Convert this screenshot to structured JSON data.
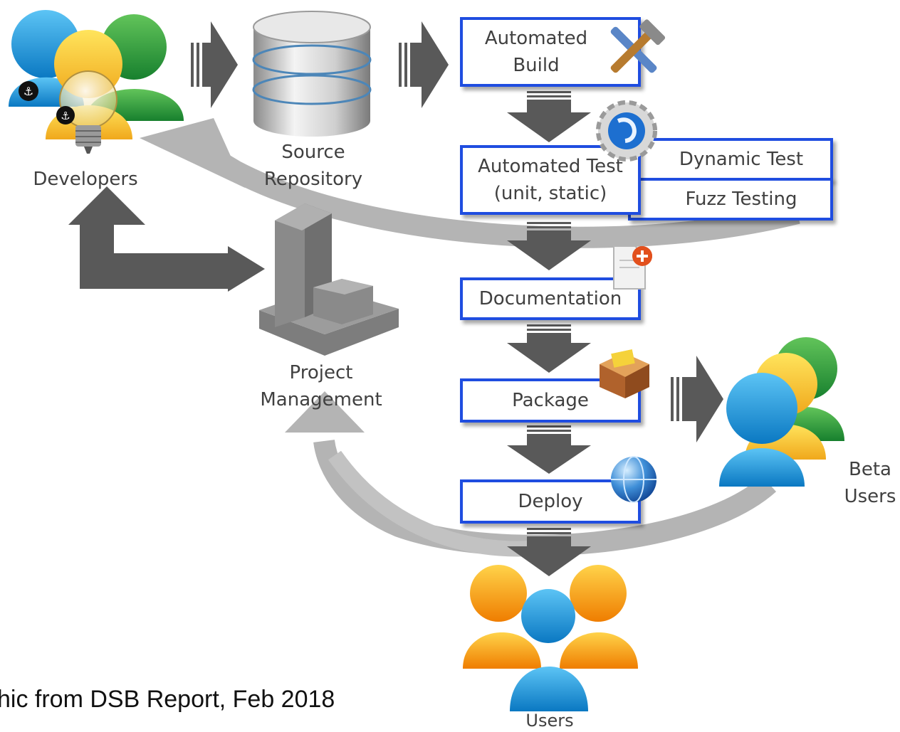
{
  "nodes": {
    "developers": "Developers",
    "source_repository": [
      "Source",
      "Repository"
    ],
    "project_management": [
      "Project",
      "Management"
    ],
    "beta_users": [
      "Beta",
      "Users"
    ],
    "users": "Users"
  },
  "steps": {
    "automated_build": [
      "Automated",
      "Build"
    ],
    "automated_test": [
      "Automated Test",
      "(unit, static)"
    ],
    "dynamic_test": "Dynamic Test",
    "fuzz_testing": "Fuzz Testing",
    "documentation": "Documentation",
    "package": "Package",
    "deploy": "Deploy"
  },
  "caption": "hic from DSB Report, Feb 2018",
  "icons": [
    "developers-group-icon",
    "lightbulb-icon",
    "rebel-alliance-icon",
    "database-icon",
    "tools-icon",
    "gear-icon",
    "document-add-icon",
    "package-box-icon",
    "globe-icon",
    "building-icon",
    "beta-users-group-icon",
    "users-group-icon"
  ],
  "colors": {
    "box_border": "#1f4de0",
    "arrow": "#595959",
    "feedback_arrow": "#b0b0b0"
  }
}
